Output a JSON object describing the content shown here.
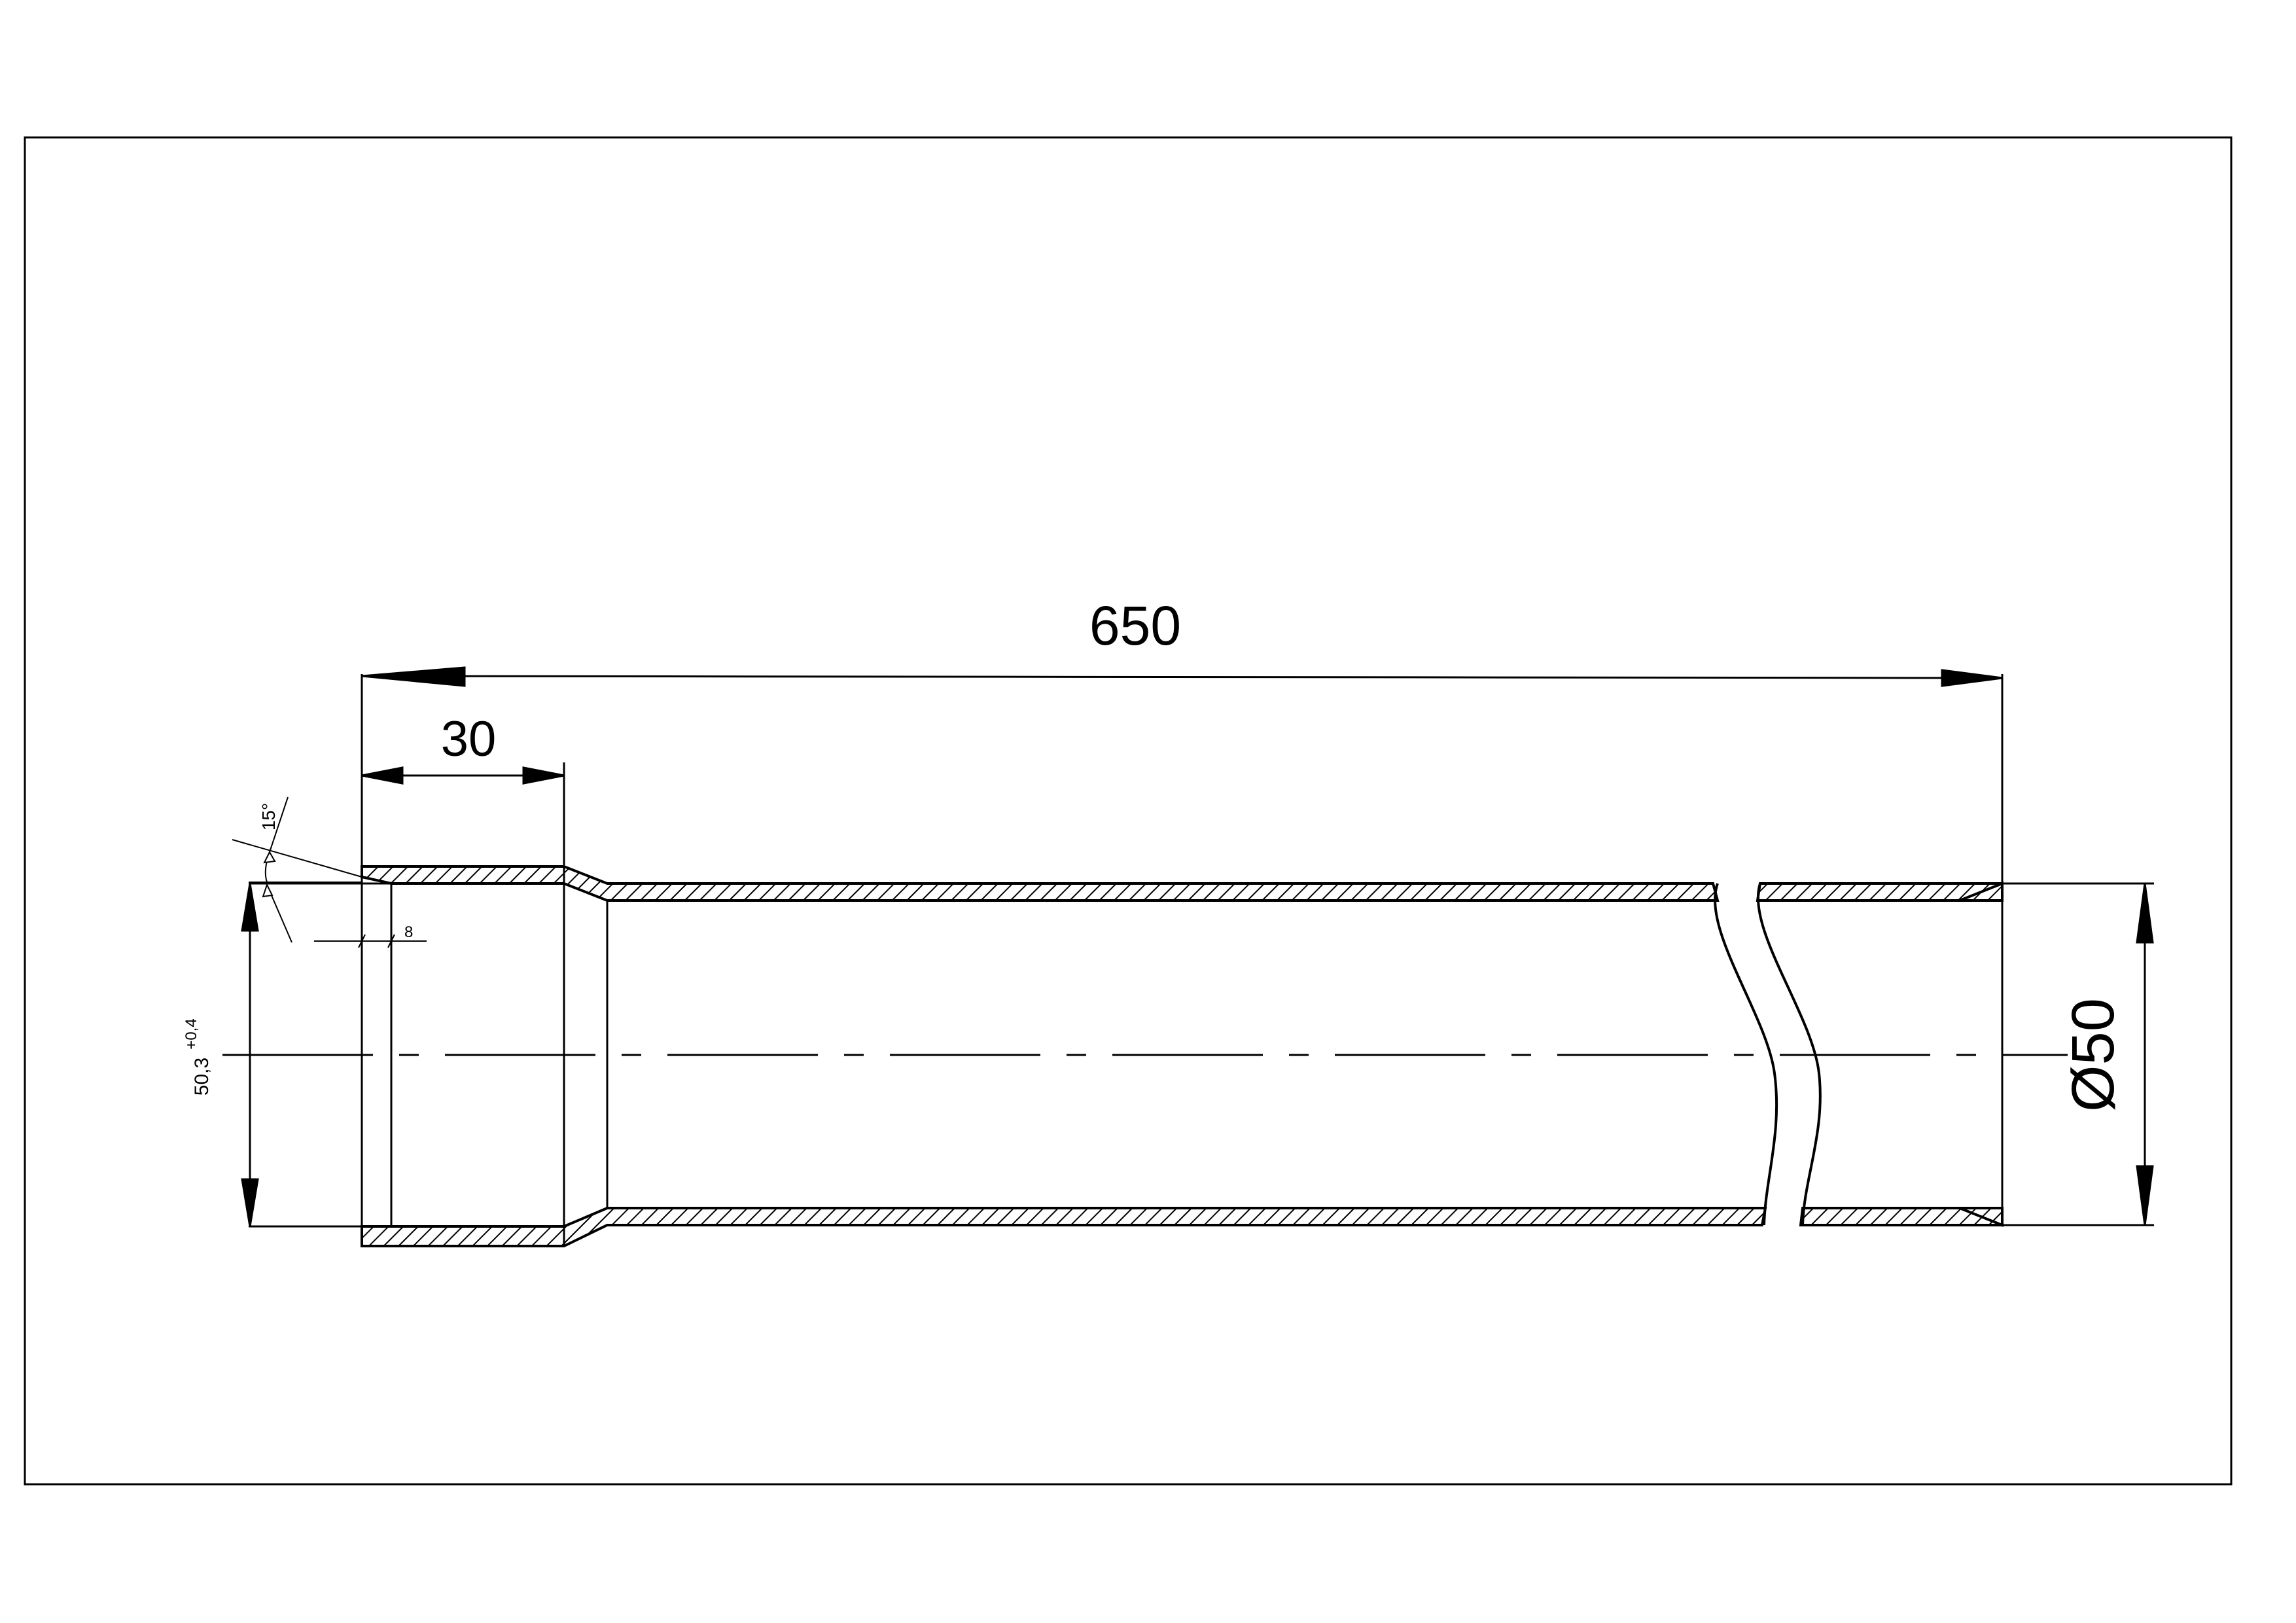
{
  "drawing": {
    "dimensions": {
      "overall_length": "650",
      "socket_depth": "30",
      "outer_diameter": "Ø50",
      "socket_inner_diameter": "50,3",
      "socket_tolerance": "+0,4",
      "chamfer_angle": "15°",
      "chamfer_length": "8"
    }
  }
}
